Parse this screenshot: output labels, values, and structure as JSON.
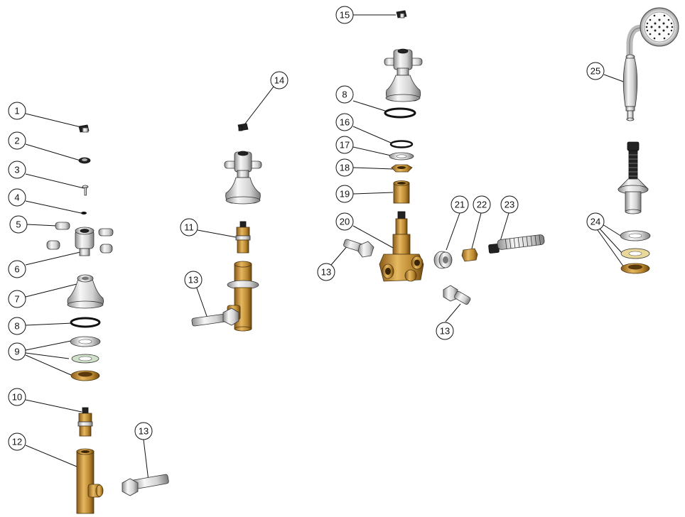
{
  "diagram": {
    "colors": {
      "chrome_light": "#f4f4f4",
      "chrome_dark": "#9a9a9a",
      "brass_light": "#e0b25a",
      "brass_dark": "#8a5a18",
      "ink": "#111111"
    },
    "callouts": [
      {
        "id": "c1",
        "label": "1"
      },
      {
        "id": "c2",
        "label": "2"
      },
      {
        "id": "c3",
        "label": "3"
      },
      {
        "id": "c4",
        "label": "4"
      },
      {
        "id": "c5",
        "label": "5"
      },
      {
        "id": "c6",
        "label": "6"
      },
      {
        "id": "c7",
        "label": "7"
      },
      {
        "id": "c8a",
        "label": "8"
      },
      {
        "id": "c9",
        "label": "9"
      },
      {
        "id": "c10",
        "label": "10"
      },
      {
        "id": "c12",
        "label": "12"
      },
      {
        "id": "c13a",
        "label": "13"
      },
      {
        "id": "c14",
        "label": "14"
      },
      {
        "id": "c11",
        "label": "11"
      },
      {
        "id": "c13b",
        "label": "13"
      },
      {
        "id": "c15",
        "label": "15"
      },
      {
        "id": "c8b",
        "label": "8"
      },
      {
        "id": "c16",
        "label": "16"
      },
      {
        "id": "c17",
        "label": "17"
      },
      {
        "id": "c18",
        "label": "18"
      },
      {
        "id": "c19",
        "label": "19"
      },
      {
        "id": "c20",
        "label": "20"
      },
      {
        "id": "c13c",
        "label": "13"
      },
      {
        "id": "c21",
        "label": "21"
      },
      {
        "id": "c22",
        "label": "22"
      },
      {
        "id": "c23",
        "label": "23"
      },
      {
        "id": "c13d",
        "label": "13"
      },
      {
        "id": "c25",
        "label": "25"
      },
      {
        "id": "c24",
        "label": "24"
      }
    ]
  }
}
